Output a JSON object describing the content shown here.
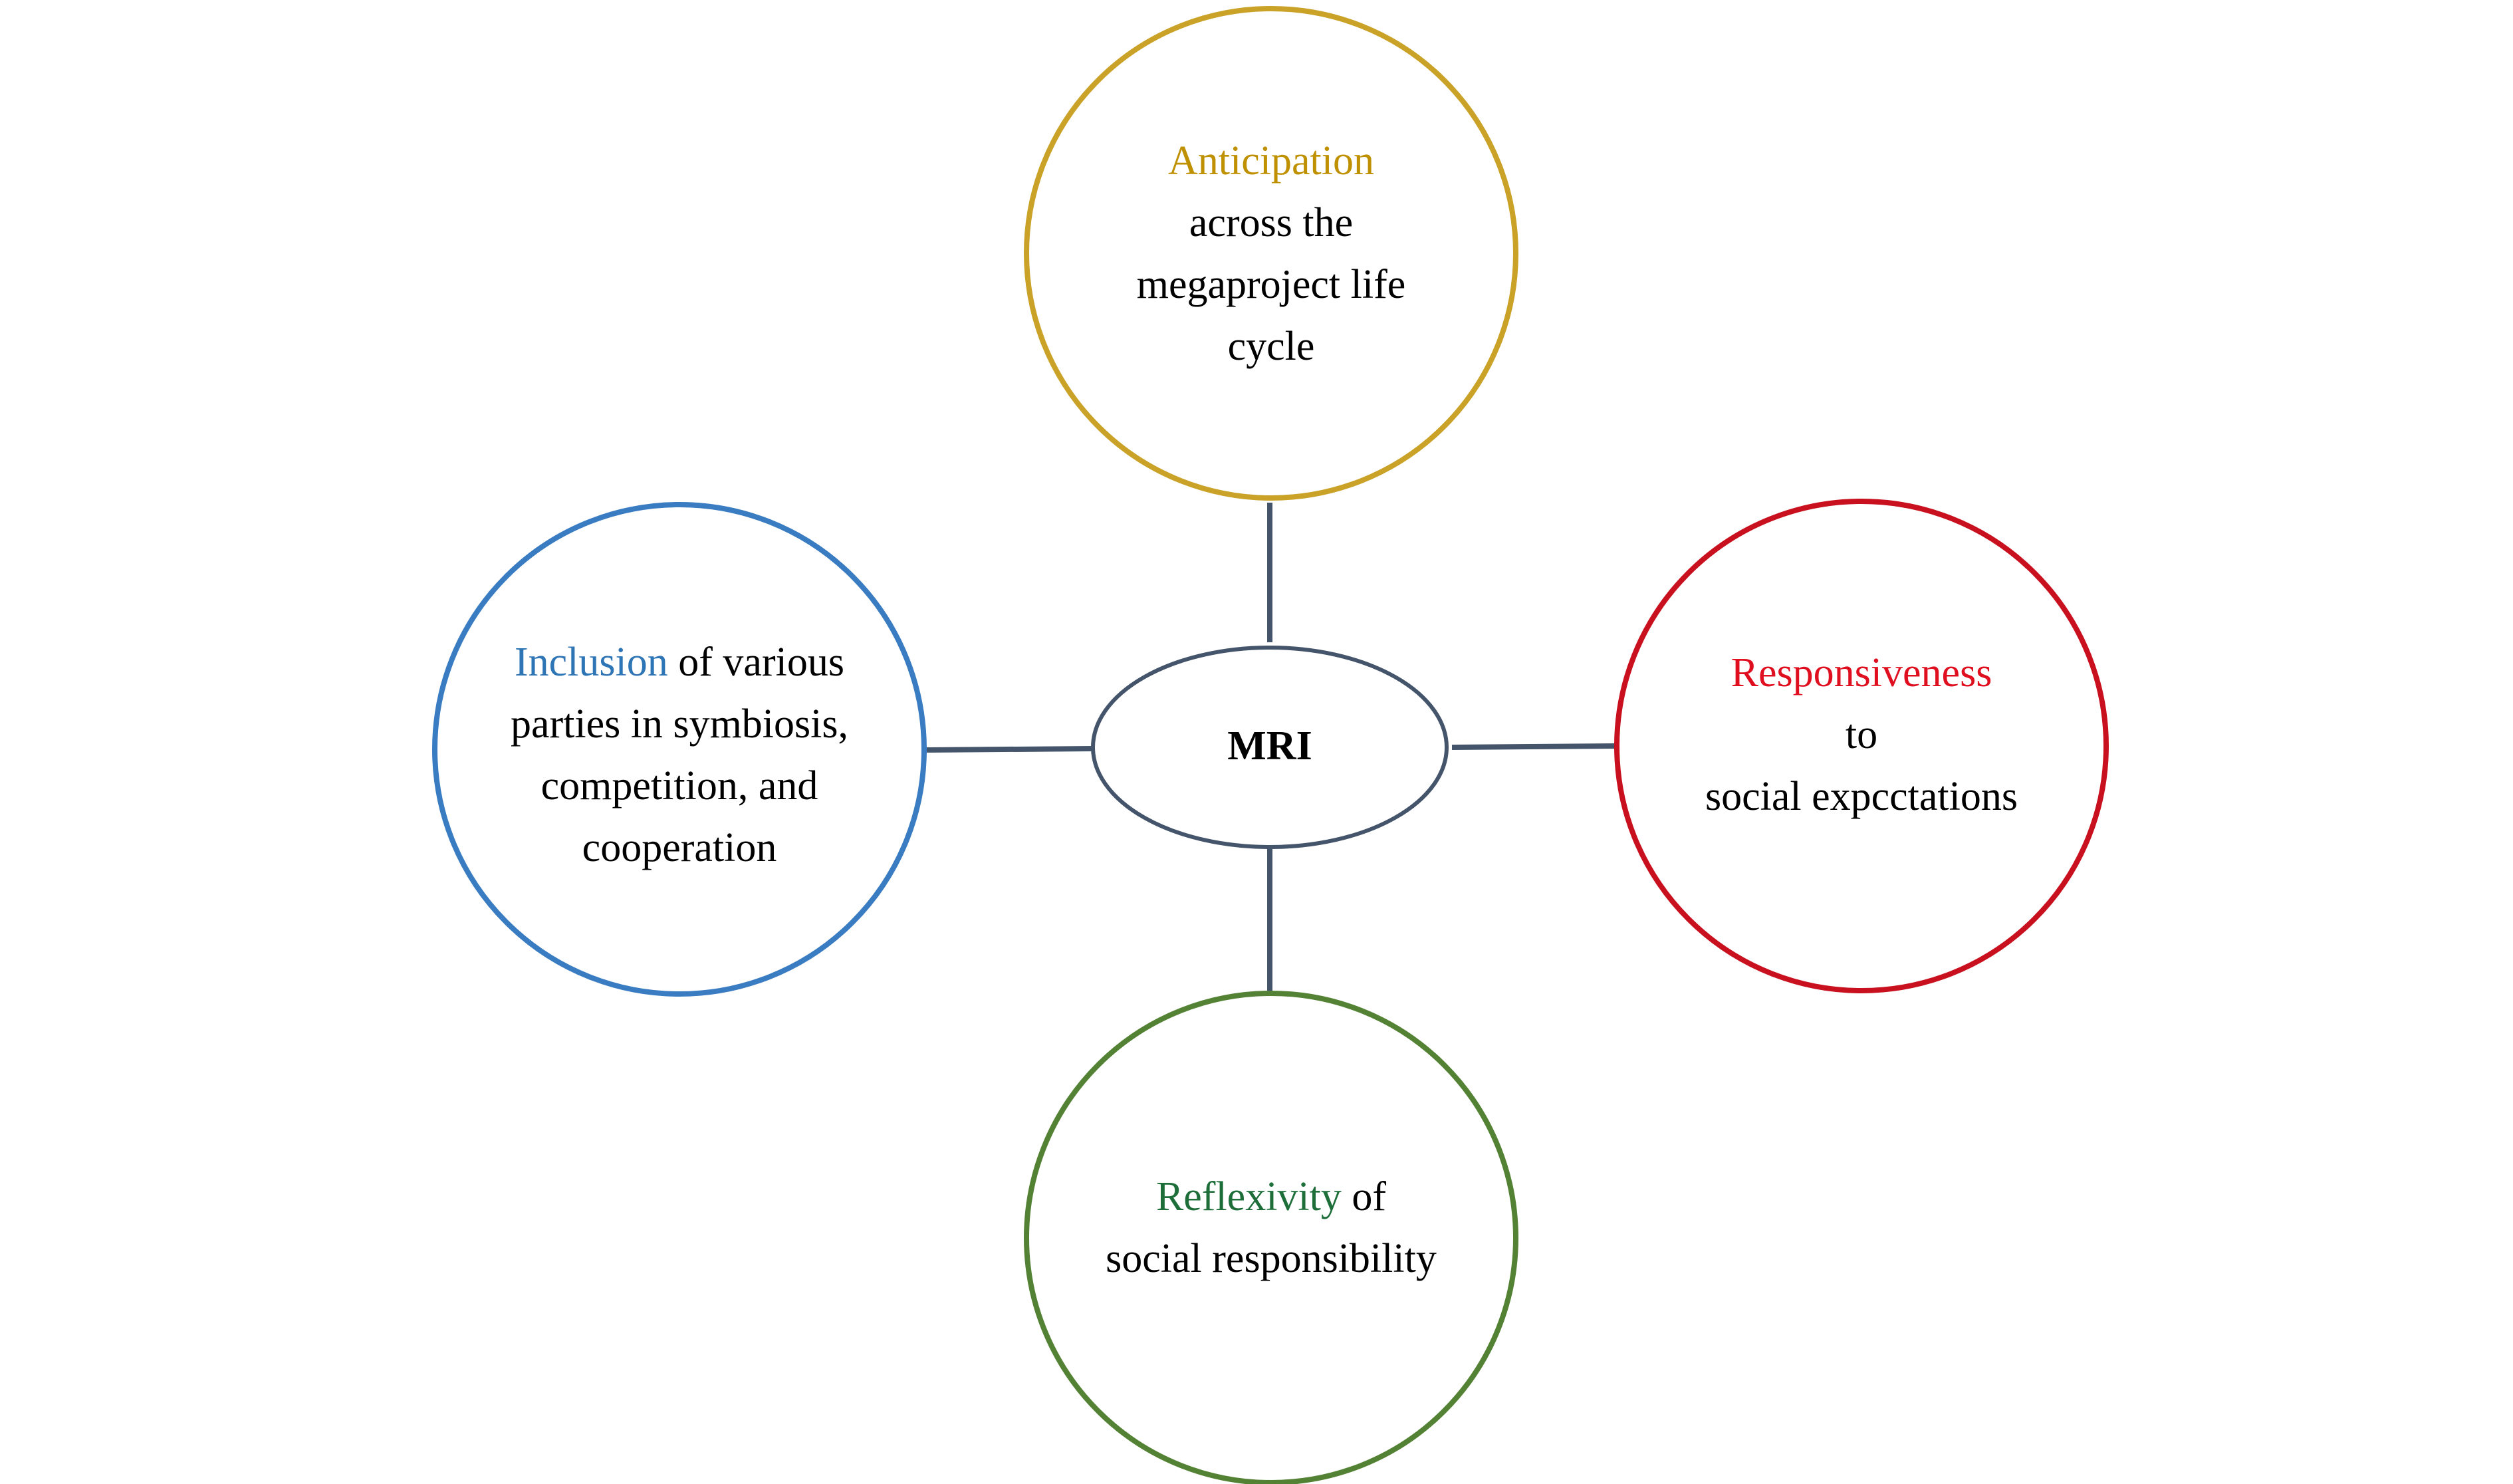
{
  "hub": {
    "label": "MRI",
    "stroke": "#44546a"
  },
  "connector_color": "#44546a",
  "nodes": [
    {
      "id": "anticipation",
      "position": "top",
      "keyword": "Anticipation",
      "keyword_color": "#bf9000",
      "stroke": "#c9a227",
      "lines": [
        "across the",
        "megaproject life",
        "cycle"
      ],
      "keyword_inline_suffix": ""
    },
    {
      "id": "inclusion",
      "position": "left",
      "keyword": "Inclusion",
      "keyword_color": "#2e75b6",
      "stroke": "#3a7cc2",
      "keyword_inline_suffix": " of various",
      "lines": [
        "parties in symbiosis,",
        "competition, and",
        "cooperation"
      ]
    },
    {
      "id": "responsiveness",
      "position": "right",
      "keyword": "Responsiveness",
      "keyword_color": "#e00f1f",
      "stroke": "#c8101e",
      "keyword_inline_suffix": "",
      "lines": [
        "to",
        "social expcctations"
      ]
    },
    {
      "id": "reflexivity",
      "position": "bottom",
      "keyword": "Reflexivity",
      "keyword_color": "#1e6e3a",
      "stroke": "#548235",
      "keyword_inline_suffix": " of",
      "lines": [
        "social responsibility"
      ]
    }
  ]
}
